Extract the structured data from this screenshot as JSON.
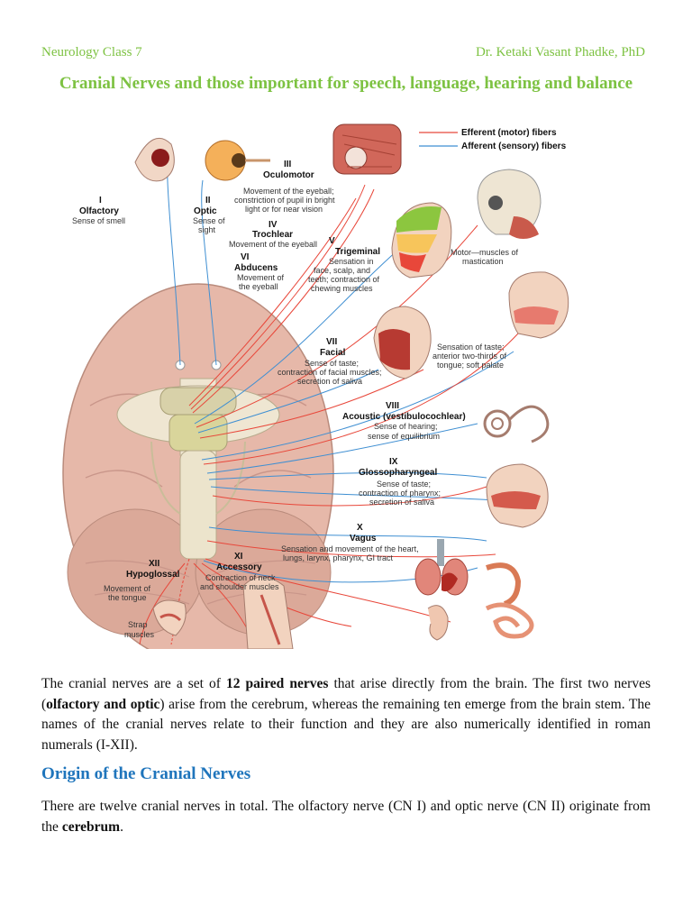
{
  "header": {
    "left": "Neurology Class 7",
    "right": "Dr. Ketaki Vasant Phadke, PhD"
  },
  "title": "Cranial Nerves and those important for speech, language, hearing and balance",
  "figure": {
    "legend": {
      "efferent": "Efferent (motor) fibers",
      "afferent": "Afferent (sensory) fibers",
      "efferent_color": "#e8473a",
      "afferent_color": "#3f8fd2"
    },
    "nerves": {
      "i": {
        "num": "I",
        "name": "Olfactory",
        "desc1": "Sense of smell"
      },
      "ii": {
        "num": "II",
        "name": "Optic",
        "desc1": "Sense of",
        "desc2": "sight"
      },
      "iii": {
        "num": "III",
        "name": "Oculomotor",
        "desc1": "Movement of the eyeball;",
        "desc2": "constriction of pupil in bright",
        "desc3": "light or for near vision"
      },
      "iv": {
        "num": "IV",
        "name": "Trochlear",
        "desc1": "Movement of the eyeball"
      },
      "v": {
        "num": "V",
        "name": "Trigeminal",
        "desc1": "Sensation in",
        "desc2": "face, scalp, and",
        "desc3": "teeth; contraction of",
        "desc4": "chewing muscles",
        "extra1": "Motor—muscles of",
        "extra2": "mastication"
      },
      "vi": {
        "num": "VI",
        "name": "Abducens",
        "desc1": "Movement of",
        "desc2": "the eyeball"
      },
      "vii": {
        "num": "VII",
        "name": "Facial",
        "desc1": "Sense of taste;",
        "desc2": "contraction of facial muscles;",
        "desc3": "secretion of saliva",
        "extra1": "Sensation of taste;",
        "extra2": "anterior two-thirds of",
        "extra3": "tongue; soft palate"
      },
      "viii": {
        "num": "VIII",
        "name": "Acoustic (vestibulocochlear)",
        "desc1": "Sense of hearing;",
        "desc2": "sense of equilibrium"
      },
      "ix": {
        "num": "IX",
        "name": "Glossopharyngeal",
        "desc1": "Sense of taste;",
        "desc2": "contraction of pharynx;",
        "desc3": "secretion of saliva"
      },
      "x": {
        "num": "X",
        "name": "Vagus",
        "desc1": "Sensation and movement of the heart,",
        "desc2": "lungs, larynx, pharynx, GI tract"
      },
      "xi": {
        "num": "XI",
        "name": "Accessory",
        "desc1": "Contraction of neck",
        "desc2": "and shoulder muscles"
      },
      "xii": {
        "num": "XII",
        "name": "Hypoglossal",
        "desc1": "Movement of",
        "desc2": "the tongue",
        "extra1": "Strap",
        "extra2": "muscles"
      }
    }
  },
  "paragraph1": {
    "t1": "The cranial nerves are a set of ",
    "b1": "12 paired nerves",
    "t2": " that arise directly from the brain. The first two nerves (",
    "b2": "olfactory and optic",
    "t3": ") arise from the cerebrum, whereas the remaining ten emerge from the brain stem. The names of the cranial nerves relate to their function and they are also numerically identified in roman numerals (I-XII)."
  },
  "section_heading": "Origin of the Cranial Nerves",
  "paragraph2": {
    "t1": "There are twelve cranial nerves in total. The olfactory nerve (CN I) and optic nerve (CN II) originate from the ",
    "b1": "cerebrum",
    "t2": "."
  }
}
